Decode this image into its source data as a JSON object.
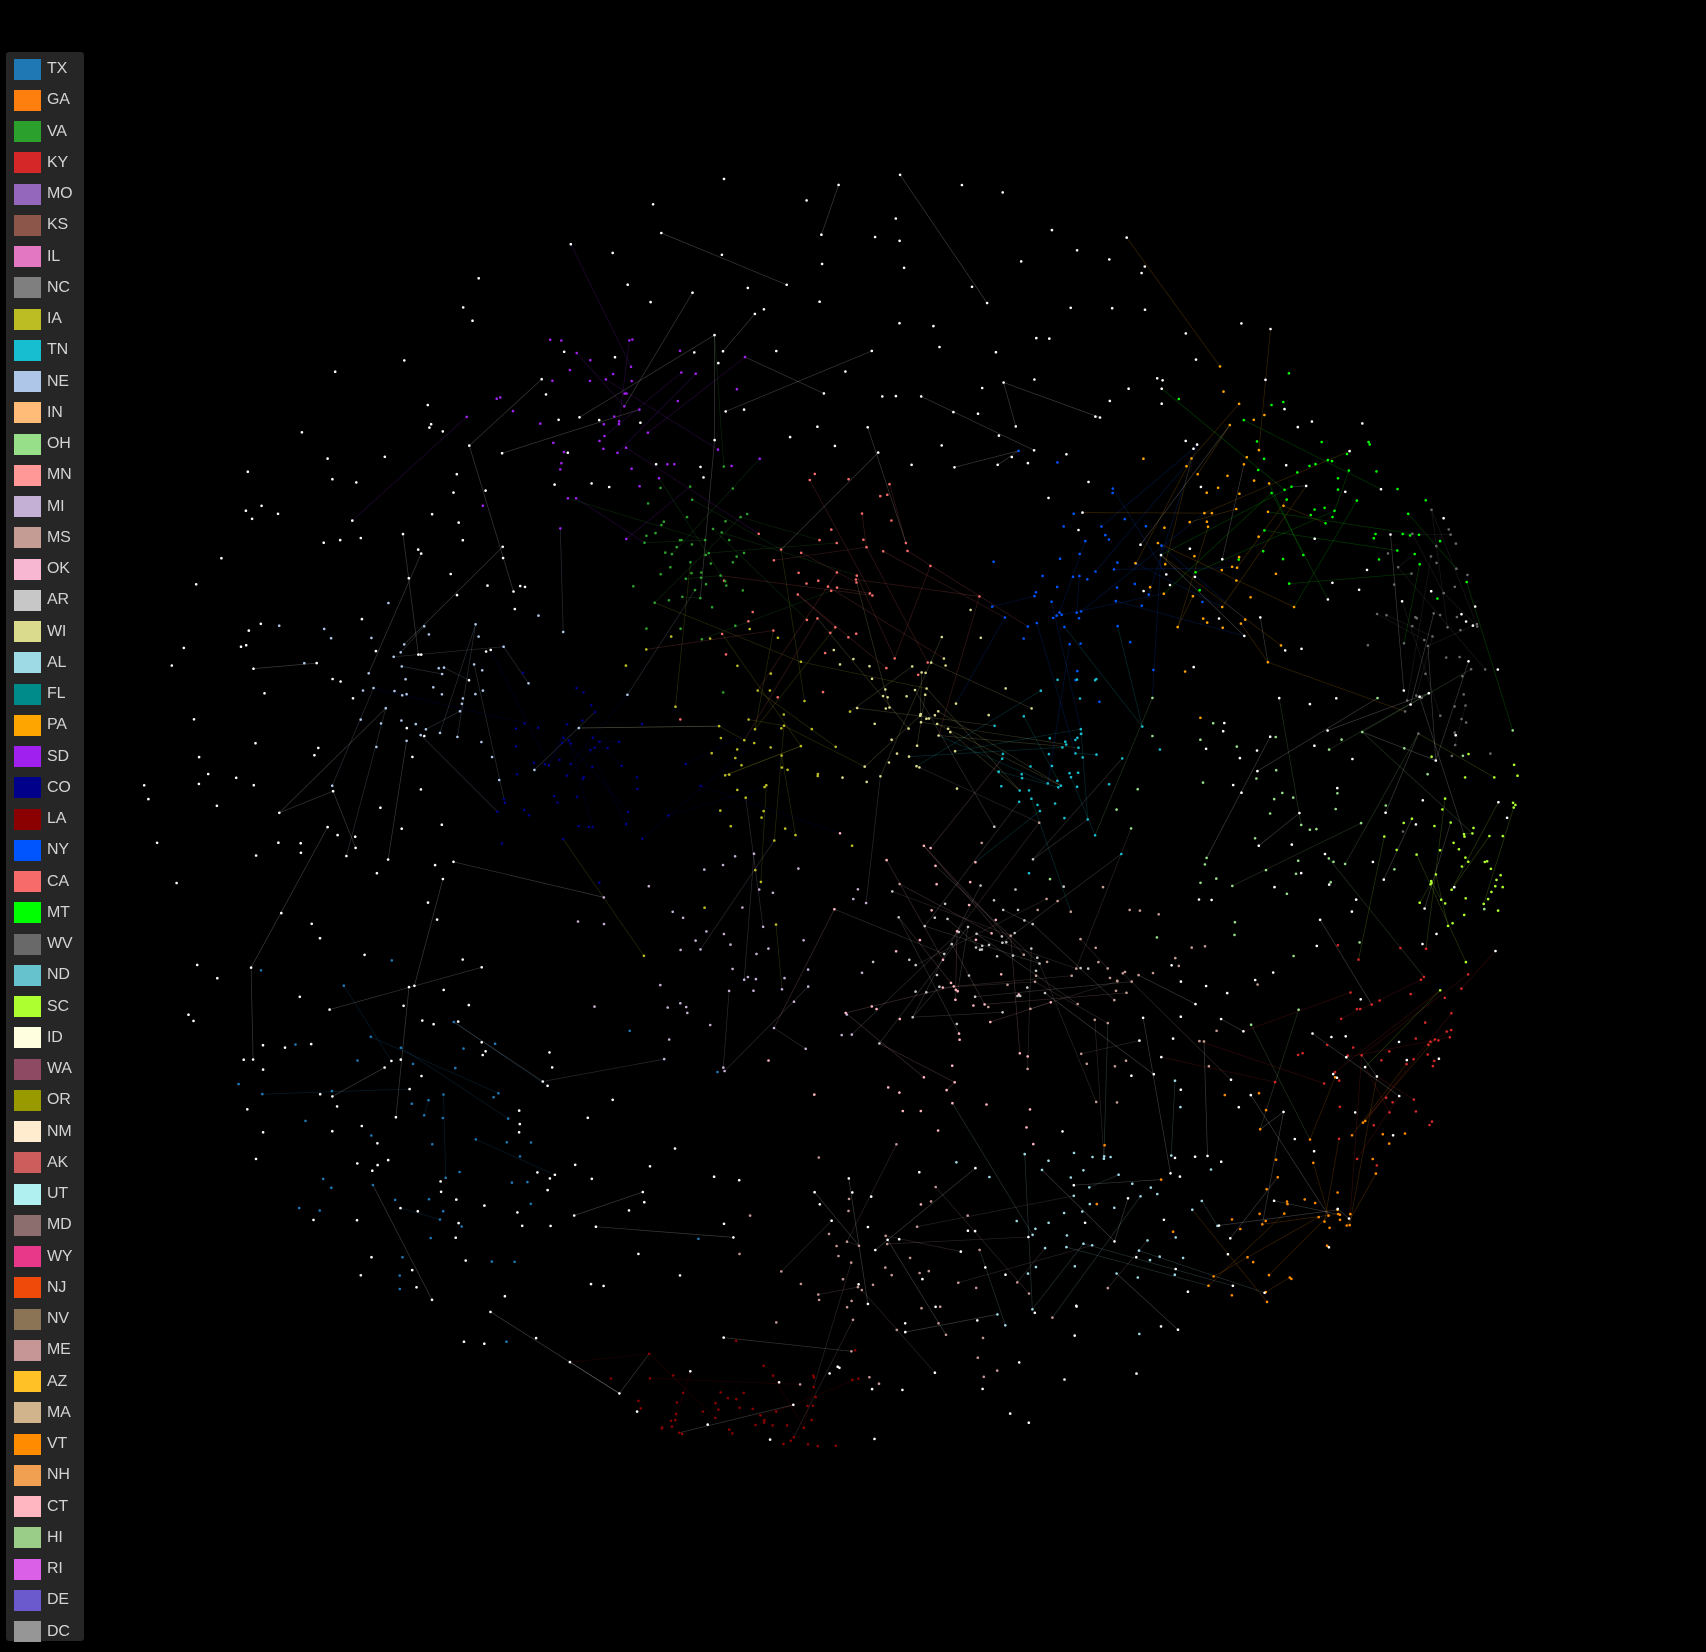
{
  "legend": {
    "items": [
      {
        "label": "TX",
        "color": "#1f77b4"
      },
      {
        "label": "GA",
        "color": "#ff7f0e"
      },
      {
        "label": "VA",
        "color": "#2ca02c"
      },
      {
        "label": "KY",
        "color": "#d62728"
      },
      {
        "label": "MO",
        "color": "#9467bd"
      },
      {
        "label": "KS",
        "color": "#8c564b"
      },
      {
        "label": "IL",
        "color": "#e377c2"
      },
      {
        "label": "NC",
        "color": "#7f7f7f"
      },
      {
        "label": "IA",
        "color": "#bcbd22"
      },
      {
        "label": "TN",
        "color": "#17becf"
      },
      {
        "label": "NE",
        "color": "#aec7e8"
      },
      {
        "label": "IN",
        "color": "#ffbb78"
      },
      {
        "label": "OH",
        "color": "#98df8a"
      },
      {
        "label": "MN",
        "color": "#ff9896"
      },
      {
        "label": "MI",
        "color": "#c5b0d5"
      },
      {
        "label": "MS",
        "color": "#c49c94"
      },
      {
        "label": "OK",
        "color": "#f7b6d2"
      },
      {
        "label": "AR",
        "color": "#c7c7c7"
      },
      {
        "label": "WI",
        "color": "#dbdb8d"
      },
      {
        "label": "AL",
        "color": "#9edae5"
      },
      {
        "label": "FL",
        "color": "#008b8b"
      },
      {
        "label": "PA",
        "color": "#ffa500"
      },
      {
        "label": "SD",
        "color": "#a020f0"
      },
      {
        "label": "CO",
        "color": "#00008b"
      },
      {
        "label": "LA",
        "color": "#8b0000"
      },
      {
        "label": "NY",
        "color": "#0055ff"
      },
      {
        "label": "CA",
        "color": "#f76b6b"
      },
      {
        "label": "MT",
        "color": "#00ff00"
      },
      {
        "label": "WV",
        "color": "#696969"
      },
      {
        "label": "ND",
        "color": "#66c2cc"
      },
      {
        "label": "SC",
        "color": "#adff2f"
      },
      {
        "label": "ID",
        "color": "#ffffe0"
      },
      {
        "label": "WA",
        "color": "#8e4a63"
      },
      {
        "label": "OR",
        "color": "#999900"
      },
      {
        "label": "NM",
        "color": "#ffebcd"
      },
      {
        "label": "AK",
        "color": "#cd5c5c"
      },
      {
        "label": "UT",
        "color": "#b0f0f0"
      },
      {
        "label": "MD",
        "color": "#8c6e6e"
      },
      {
        "label": "WY",
        "color": "#e8388a"
      },
      {
        "label": "NJ",
        "color": "#f04a0a"
      },
      {
        "label": "NV",
        "color": "#8b7355"
      },
      {
        "label": "ME",
        "color": "#c69696"
      },
      {
        "label": "AZ",
        "color": "#ffc125"
      },
      {
        "label": "MA",
        "color": "#d2b48c"
      },
      {
        "label": "VT",
        "color": "#ff8c00"
      },
      {
        "label": "NH",
        "color": "#f0a050"
      },
      {
        "label": "CT",
        "color": "#ffb6c1"
      },
      {
        "label": "HI",
        "color": "#9acd88"
      },
      {
        "label": "RI",
        "color": "#da60e8"
      },
      {
        "label": "DE",
        "color": "#6a5acd"
      },
      {
        "label": "DC",
        "color": "#969696"
      }
    ]
  },
  "network": {
    "background": "#000000",
    "node_color_default": "#ffffff",
    "clusters": [
      {
        "state": "MT"
      },
      {
        "state": "OH"
      },
      {
        "state": "WV"
      },
      {
        "state": "VT"
      },
      {
        "state": "KY"
      },
      {
        "state": "TX"
      },
      {
        "state": "SD"
      },
      {
        "state": "IA"
      },
      {
        "state": "CA"
      },
      {
        "state": "NY"
      },
      {
        "state": "TN"
      },
      {
        "state": "WI"
      },
      {
        "state": "CO"
      },
      {
        "state": "NE"
      },
      {
        "state": "MI"
      },
      {
        "state": "CT"
      },
      {
        "state": "MS"
      },
      {
        "state": "LA"
      },
      {
        "state": "ME"
      },
      {
        "state": "AL"
      },
      {
        "state": "SC"
      },
      {
        "state": "PA"
      },
      {
        "state": "AR"
      },
      {
        "state": "VA"
      }
    ]
  }
}
